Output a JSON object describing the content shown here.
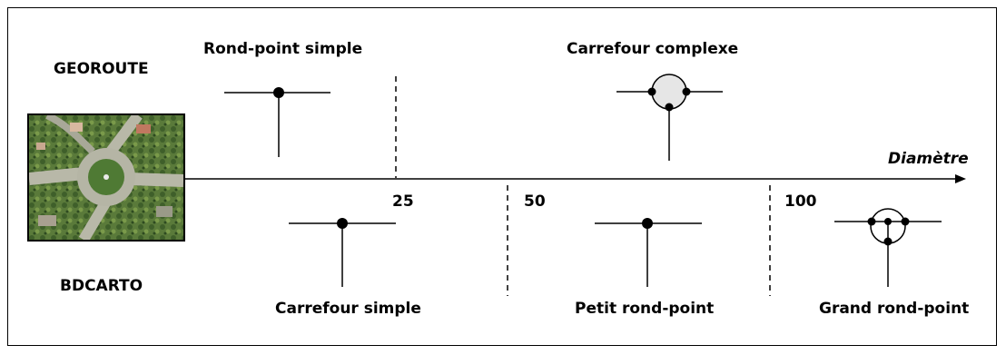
{
  "systems": {
    "top": "GEOROUTE",
    "bottom": "BDCARTO"
  },
  "axis": {
    "label": "Diamètre"
  },
  "ticks": [
    {
      "value": "25"
    },
    {
      "value": "50"
    },
    {
      "value": "100"
    }
  ],
  "categories": {
    "georoute": [
      {
        "label": "Rond-point simple"
      },
      {
        "label": "Carrefour complexe"
      }
    ],
    "bdcarto": [
      {
        "label": "Carrefour simple"
      },
      {
        "label": "Petit rond-point"
      },
      {
        "label": "Grand rond-point"
      }
    ]
  },
  "colors": {
    "line": "#000000",
    "circle_fill": "#e6e6e6"
  },
  "image": {
    "subject": "aerial-roundabout-photo"
  }
}
